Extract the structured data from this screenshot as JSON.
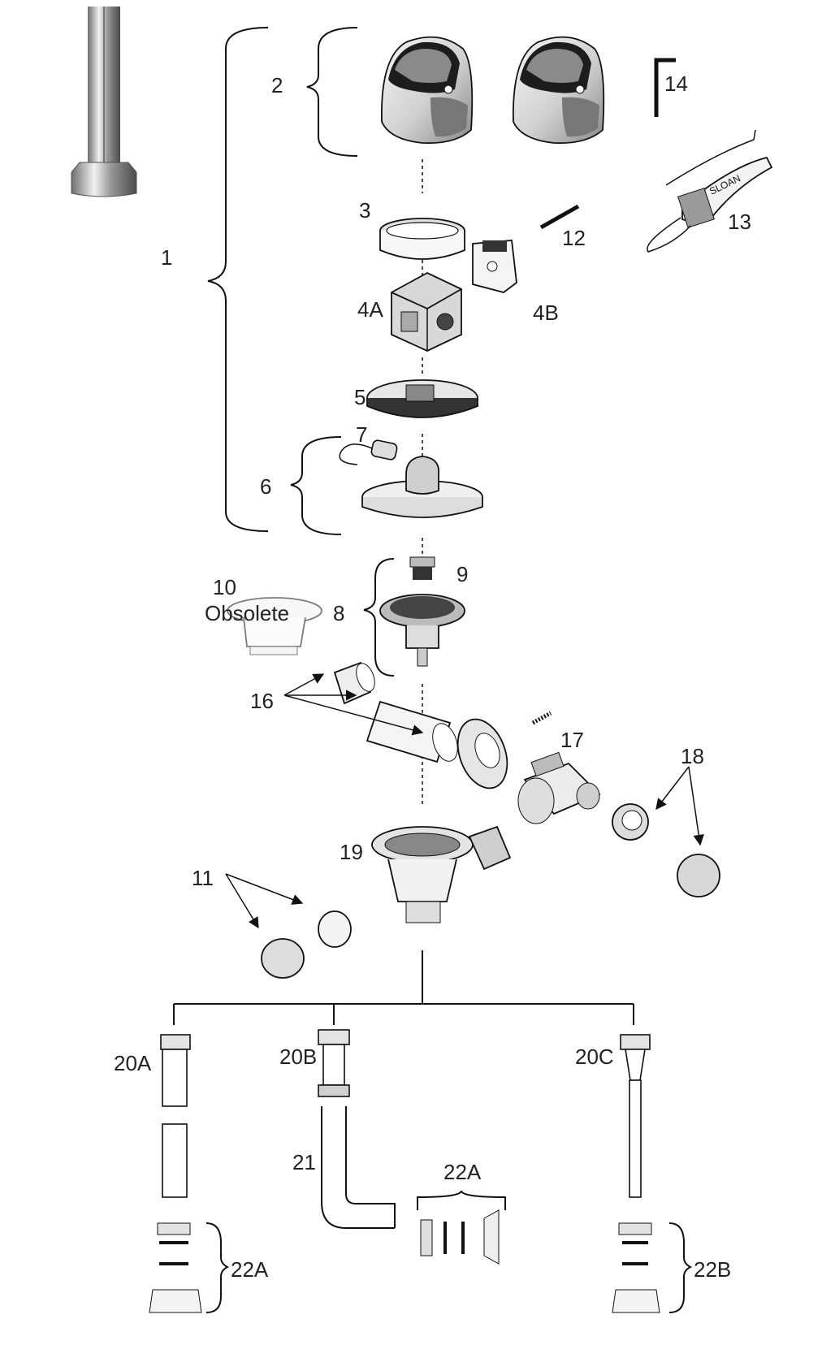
{
  "labels": {
    "l1": "1",
    "l2": "2",
    "l3": "3",
    "l4a": "4A",
    "l4b": "4B",
    "l5": "5",
    "l6": "6",
    "l7": "7",
    "l8": "8",
    "l9": "9",
    "l10": "10",
    "l10_note": "Obsolete",
    "l11": "11",
    "l12": "12",
    "l13": "13",
    "l14": "14",
    "l16": "16",
    "l17": "17",
    "l18": "18",
    "l19": "19",
    "l20a": "20A",
    "l20b": "20B",
    "l20c": "20C",
    "l21": "21",
    "l22a_center": "22A",
    "l22a_left": "22A",
    "l22b": "22B"
  },
  "wrench_brand": "SLOAN",
  "colors": {
    "ink": "#111111",
    "metal_light": "#e8e8e8",
    "metal_mid": "#b5b5b5",
    "dark": "#2a2a2a"
  }
}
